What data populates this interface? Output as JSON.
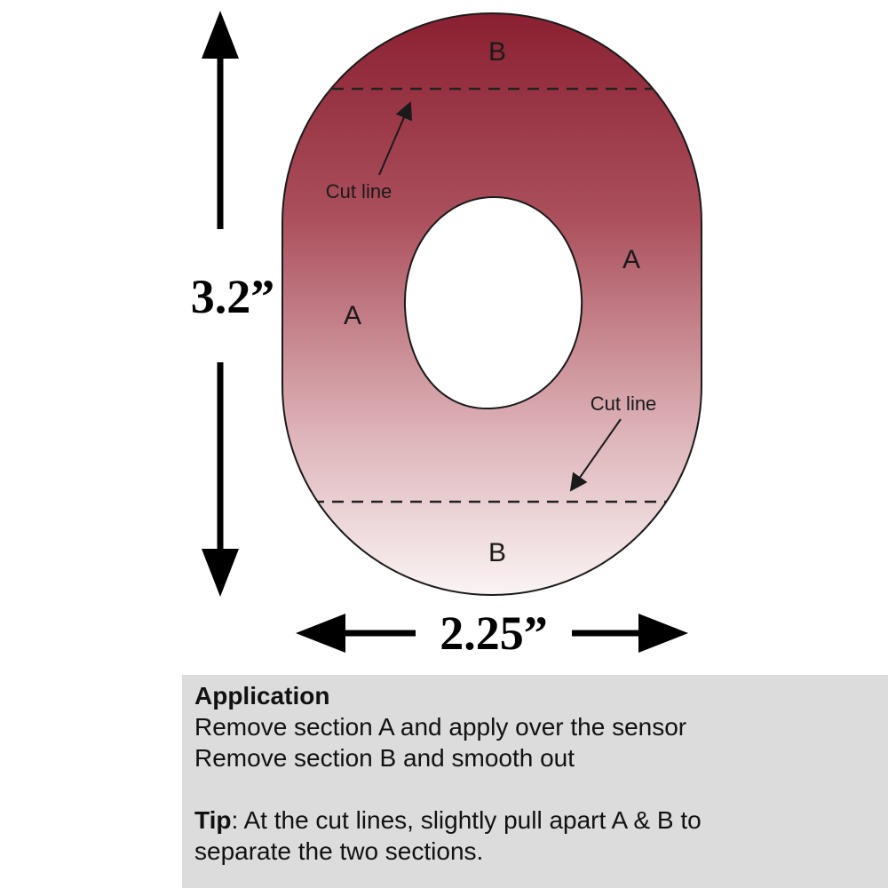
{
  "diagram": {
    "height_label": "3.2”",
    "width_label": "2.25”",
    "section_labels": {
      "top_b": "B",
      "bottom_b": "B",
      "left_a": "A",
      "right_a": "A"
    },
    "cut_line_top": "Cut line",
    "cut_line_bottom": "Cut line",
    "colors": {
      "gradient": [
        "#8a2031",
        "#ab4f5c",
        "#ddb3b8",
        "#faf4f4"
      ],
      "outline": "#1a1a1a",
      "info_box_background": "#dcdcdc"
    }
  },
  "info_box": {
    "title": "Application",
    "lines": [
      "Remove section A and apply over the sensor",
      "Remove section B and smooth out"
    ],
    "tip_label": "Tip",
    "tip_text": ": At the cut lines, slightly pull apart A & B to separate the two sections."
  }
}
